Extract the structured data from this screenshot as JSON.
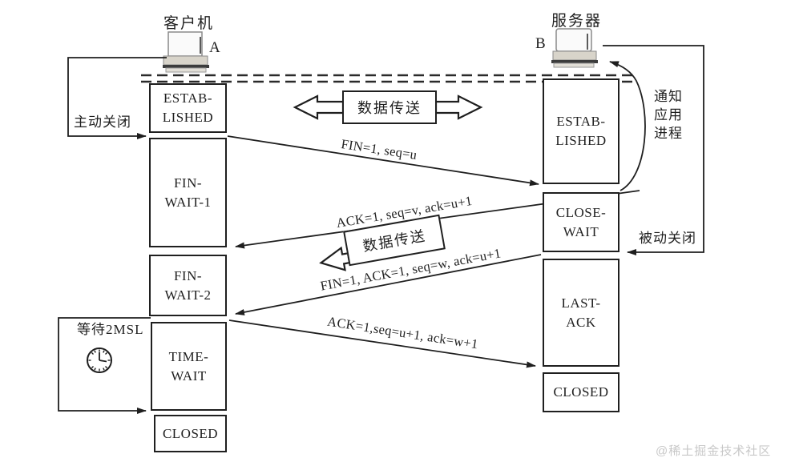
{
  "hosts": {
    "client": {
      "title": "客户机",
      "letter": "A"
    },
    "server": {
      "title": "服务器",
      "letter": "B"
    }
  },
  "client_states": [
    {
      "label": "ESTAB-\nLISHED"
    },
    {
      "label": "FIN-\nWAIT-1"
    },
    {
      "label": "FIN-\nWAIT-2"
    },
    {
      "label": "TIME-\nWAIT"
    },
    {
      "label": "CLOSED"
    }
  ],
  "server_states": [
    {
      "label": "ESTAB-\nLISHED"
    },
    {
      "label": "CLOSE-\nWAIT"
    },
    {
      "label": "LAST-\nACK"
    },
    {
      "label": "CLOSED"
    }
  ],
  "messages": [
    {
      "label": "FIN=1, seq=u"
    },
    {
      "label": "ACK=1, seq=v, ack=u+1"
    },
    {
      "label": "FIN=1, ACK=1, seq=w, ack=u+1"
    },
    {
      "label": "ACK=1,seq=u+1, ack=w+1"
    }
  ],
  "annotations": {
    "active_close": "主动关闭",
    "passive_close": "被动关闭",
    "notify_app": "通知\n应用\n进程",
    "wait_2msl": "等待2MSL",
    "data_transfer_top": "数据传送",
    "data_transfer_mid": "数据传送"
  },
  "watermark": "@稀土掘金技术社区",
  "colors": {
    "line": "#1f1f1f",
    "paper": "#ffffff",
    "watermark": "#c8c8c8"
  }
}
